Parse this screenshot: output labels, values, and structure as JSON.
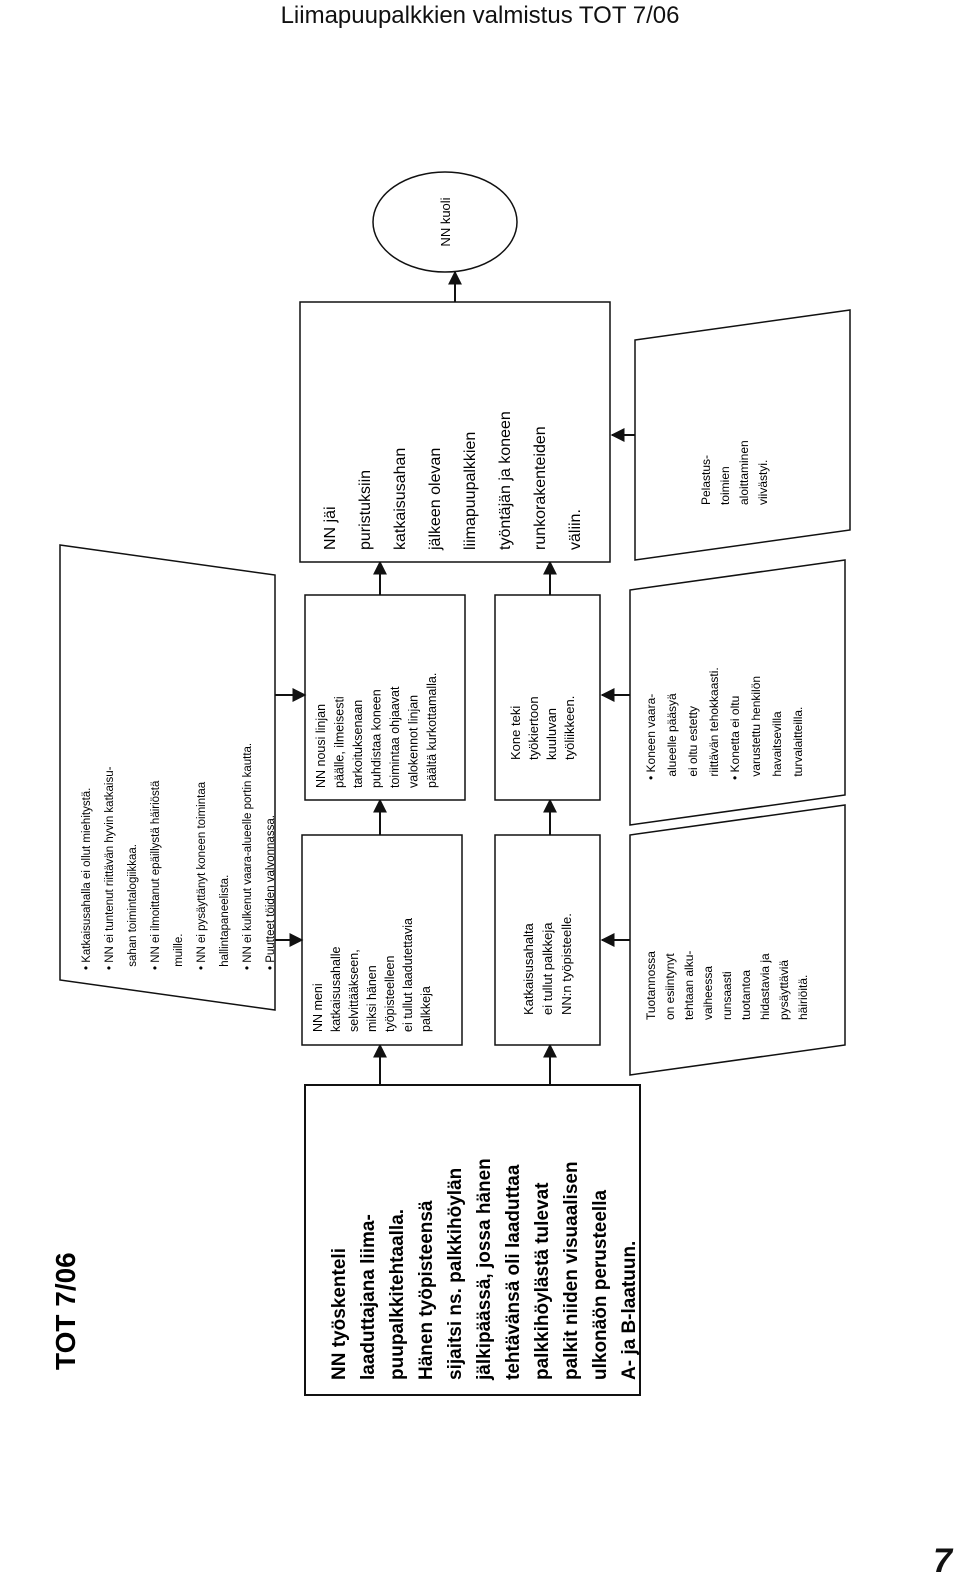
{
  "header": {
    "title": "Liimapuupalkkien valmistus  TOT 7/06"
  },
  "page_number": "7",
  "diagram": {
    "label": "TOT 7/06",
    "start_box": [
      "NN työskenteli",
      "laaduttajana liima-",
      "puupalkkitehtaalla.",
      "Hänen työpisteensä",
      "sijaitsi ns. palkkihöylän",
      "jälkipäässä, jossa hänen",
      "tehtävänsä oli laaduttaa",
      "palkkihöylästä tulevat",
      "palkit niiden visuaalisen",
      "ulkonäön perusteella",
      "A- ja B-laatuun."
    ],
    "box_meni": [
      "NN meni",
      "katkaisusahalle",
      "selvittääkseen,",
      "miksi hänen",
      "työpisteelleen",
      "ei tullut laadutettavia",
      "palkkeja"
    ],
    "box_nousi": [
      "NN nousi linjan",
      "päälle, ilmeisesti",
      "tarkoituksenaan",
      "puhdistaa koneen",
      "toimintaa ohjaavat",
      "valokennot linjan",
      "päältä kurkottamalla."
    ],
    "box_jai": [
      "NN jäi",
      "puristuksiin",
      "katkaisusahan",
      "jälkeen olevan",
      "liimapuupalkkien",
      "työntäjän ja koneen",
      "runkorakenteiden",
      "väliin."
    ],
    "end_ellipse": "NN kuoli",
    "box_katkaisusahalta": [
      "Katkaisusahalta",
      "ei tullut palkkeja",
      "NN:n työpisteelle."
    ],
    "box_kone_teki": [
      "Kone teki",
      "työkiertoon",
      "kuuluvan",
      "työliikkeen."
    ],
    "factors_top": [
      "• Katkaisusahalla ei ollut miehitystä.",
      "• NN ei tuntenut riittävän hyvin katkaisu-",
      "   sahan toimintalogiikkaa.",
      "• NN ei ilmoittanut epäillystä häiriöstä",
      "   muille.",
      "• NN ei pysäyttänyt koneen toimintaa",
      "   hallintapaneelista.",
      "• NN ei kulkenut vaara-alueelle portin kautta.",
      "• Puutteet töiden valvonnassa."
    ],
    "factor_tuotannossa": [
      "Tuotannossa",
      "on esiintynyt",
      "tehtaan alku-",
      "vaiheessa",
      "runsaasti",
      "tuotantoa",
      "hidastavia ja",
      "pysäyttäviä",
      "häiriöitä."
    ],
    "factor_koneen": [
      "• Koneen vaara-",
      "   alueelle pääsyä",
      "   ei oltu estetty",
      "   riittävän tehokkaasti.",
      "• Konetta ei oltu",
      "   varustettu henkilön",
      "   havaitsevilla",
      "   turvalaitteilla."
    ],
    "factor_pelastus": [
      "Pelastus-",
      "toimien",
      "aloittaminen",
      "viivästyi."
    ]
  }
}
